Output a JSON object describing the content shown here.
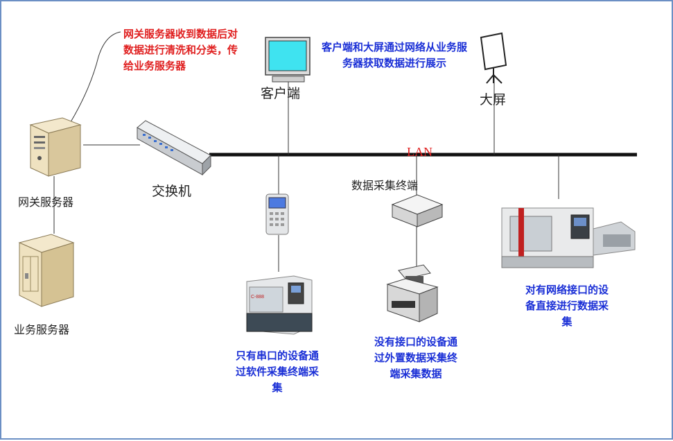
{
  "labels": {
    "gateway_server": "网关服务器",
    "business_server": "业务服务器",
    "switch": "交换机",
    "client": "客户端",
    "big_screen": "大屏",
    "lan": "LAN",
    "data_terminal": "数据采集终端"
  },
  "notes": {
    "gateway_note": "网关服务器收到数据后对数据进行清洗和分类，传给业务服务器",
    "client_note": "客户端和大屏通过网络从业务服务器获取数据进行展示",
    "serial_note": "只有串口的设备通过软件采集终端采集",
    "no_port_note": "没有接口的设备通过外置数据采集终端采集数据",
    "network_note": "对有网络接口的设备直接进行数据采集"
  },
  "colors": {
    "frame": "#6b8fc4",
    "red_note": "#e02020",
    "blue_note": "#1a2fd6",
    "lan_line": "#111111"
  },
  "icons": [
    "tower-server-icon",
    "switch-icon",
    "monitor-icon",
    "projector-screen-icon",
    "card-terminal-icon",
    "data-terminal-box-icon",
    "cnc-lathe-icon",
    "printer-icon",
    "cnc-machine-icon"
  ]
}
